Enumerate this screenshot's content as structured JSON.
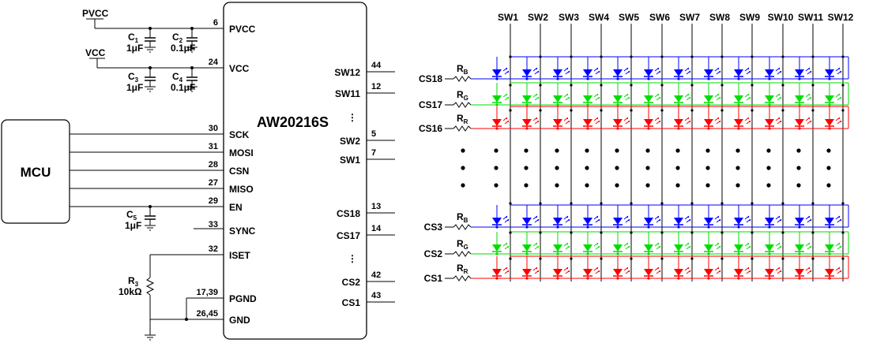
{
  "chip": {
    "name": "AW20216S",
    "left_pins": [
      {
        "num": "6",
        "name": "PVCC"
      },
      {
        "num": "24",
        "name": "VCC"
      },
      {
        "num": "30",
        "name": "SCK"
      },
      {
        "num": "31",
        "name": "MOSI"
      },
      {
        "num": "28",
        "name": "CSN"
      },
      {
        "num": "27",
        "name": "MISO"
      },
      {
        "num": "29",
        "name": "EN"
      },
      {
        "num": "33",
        "name": "SYNC"
      },
      {
        "num": "32",
        "name": "ISET"
      },
      {
        "num": "17,39",
        "name": "PGND"
      },
      {
        "num": "26,45",
        "name": "GND"
      }
    ],
    "right_pins": [
      {
        "num": "44",
        "name": "SW12"
      },
      {
        "num": "12",
        "name": "SW11"
      },
      {
        "num": "5",
        "name": "SW2"
      },
      {
        "num": "7",
        "name": "SW1"
      },
      {
        "num": "13",
        "name": "CS18"
      },
      {
        "num": "14",
        "name": "CS17"
      },
      {
        "num": "42",
        "name": "CS2"
      },
      {
        "num": "43",
        "name": "CS1"
      }
    ],
    "ellipsis": "⋮"
  },
  "mcu": {
    "label": "MCU"
  },
  "power": {
    "pvcc": "PVCC",
    "vcc": "VCC"
  },
  "capacitors": [
    {
      "name": "C",
      "sub": "1",
      "value": "1μF"
    },
    {
      "name": "C",
      "sub": "2",
      "value": "0.1μF"
    },
    {
      "name": "C",
      "sub": "3",
      "value": "1μF"
    },
    {
      "name": "C",
      "sub": "4",
      "value": "0.1μF"
    },
    {
      "name": "C",
      "sub": "5",
      "value": "1μF"
    }
  ],
  "iset_resistor": {
    "name": "R",
    "sub": "3",
    "value": "10kΩ"
  },
  "matrix": {
    "switches": [
      "SW1",
      "SW2",
      "SW3",
      "SW4",
      "SW5",
      "SW6",
      "SW7",
      "SW8",
      "SW9",
      "SW10",
      "SW11",
      "SW12"
    ],
    "top_rows": [
      {
        "cs": "CS18",
        "r_name": "R",
        "r_sub": "B",
        "color": "#0000ff"
      },
      {
        "cs": "CS17",
        "r_name": "R",
        "r_sub": "G",
        "color": "#00dd00"
      },
      {
        "cs": "CS16",
        "r_name": "R",
        "r_sub": "R",
        "color": "#ff0000"
      }
    ],
    "bottom_rows": [
      {
        "cs": "CS3",
        "r_name": "R",
        "r_sub": "B",
        "color": "#0000ff"
      },
      {
        "cs": "CS2",
        "r_name": "R",
        "r_sub": "G",
        "color": "#00dd00"
      },
      {
        "cs": "CS1",
        "r_name": "R",
        "r_sub": "R",
        "color": "#ff0000"
      }
    ]
  }
}
